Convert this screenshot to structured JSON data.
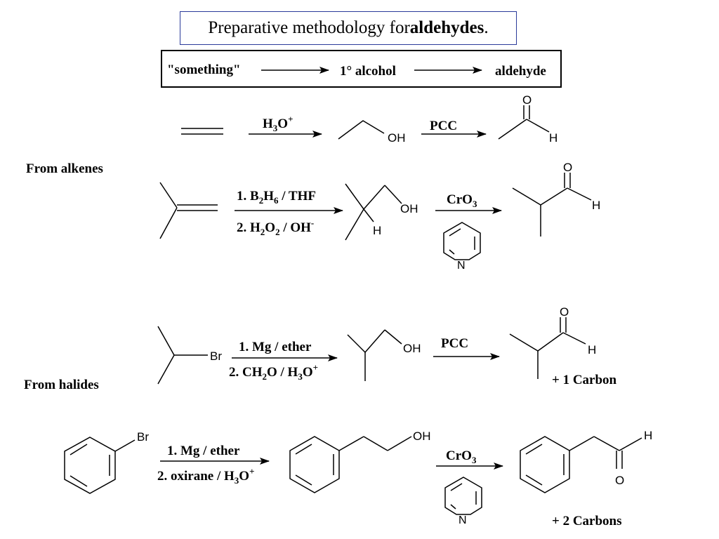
{
  "title": {
    "prefix": "Preparative methodology for ",
    "bold": "aldehydes",
    "suffix": "."
  },
  "overview": {
    "start": "\"something\"",
    "middle": "1° alcohol",
    "end": "aldehyde"
  },
  "section_labels": {
    "alkenes": "From alkenes",
    "halides": "From halides"
  },
  "atoms": {
    "oh": "OH",
    "h": "H",
    "o": "O",
    "br": "Br",
    "n": "N"
  },
  "reactions": {
    "r1": {
      "reagent1": "H3O+",
      "reagent2": "PCC"
    },
    "r2": {
      "step1": "1. B2H6 / THF",
      "step2": "2. H2O2 / OH-",
      "oxidant": "CrO3"
    },
    "r3": {
      "step1": "1. Mg / ether",
      "step2": "2. CH2O / H3O+",
      "oxidant": "PCC",
      "note": "+ 1 Carbon"
    },
    "r4": {
      "step1": "1. Mg / ether",
      "step2": "2. oxirane / H3O+",
      "oxidant": "CrO3",
      "note": "+ 2 Carbons"
    }
  }
}
